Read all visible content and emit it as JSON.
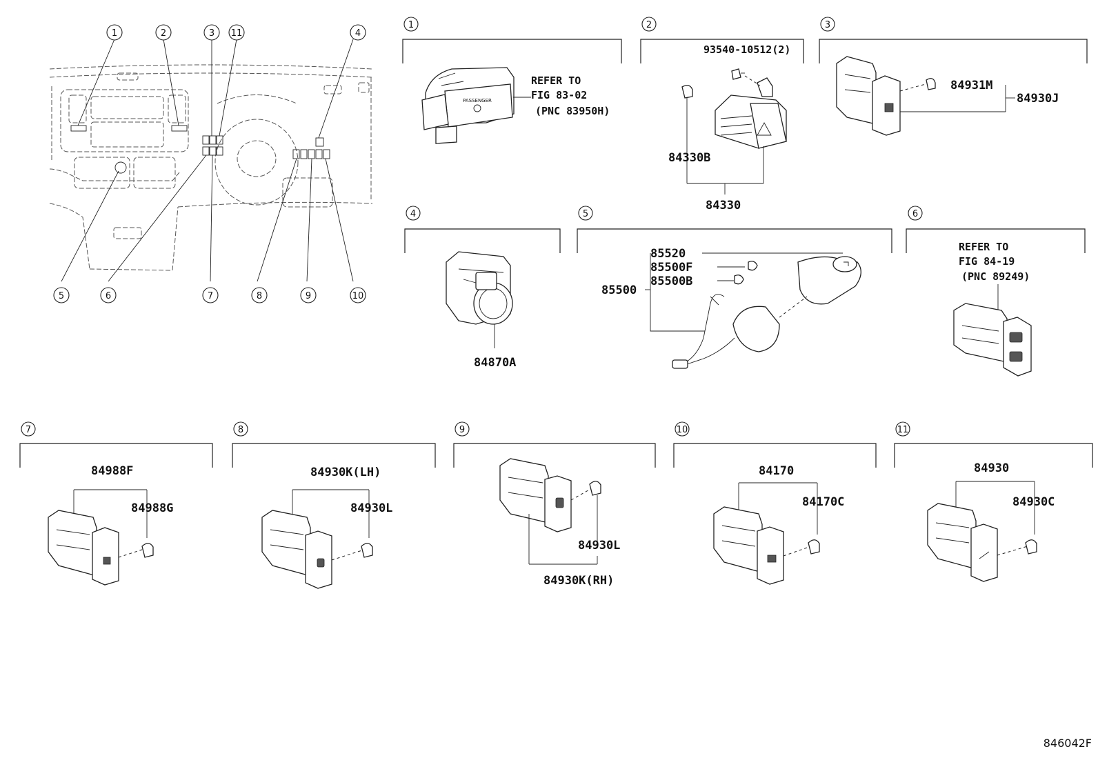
{
  "figure_code": "846042F",
  "overview_callouts": [
    "1",
    "2",
    "3",
    "11",
    "4",
    "5",
    "6",
    "7",
    "8",
    "9",
    "10"
  ],
  "sections": [
    {
      "id": "1",
      "labels": [],
      "notes": [
        "REFER TO",
        "FIG 83-02",
        "(PNC 83950H)"
      ],
      "switch_text": "PASSENGER"
    },
    {
      "id": "2",
      "labels": [
        "93540-10512(2)",
        "84330B",
        "84330"
      ],
      "notes": []
    },
    {
      "id": "3",
      "labels": [
        "84931M",
        "84930J"
      ],
      "notes": []
    },
    {
      "id": "4",
      "labels": [
        "84870A"
      ],
      "notes": []
    },
    {
      "id": "5",
      "labels": [
        "85520",
        "85500F",
        "85500B",
        "85500"
      ],
      "notes": []
    },
    {
      "id": "6",
      "labels": [],
      "notes": [
        "REFER TO",
        "FIG 84-19",
        "(PNC 89249)"
      ]
    },
    {
      "id": "7",
      "labels": [
        "84988F",
        "84988G"
      ],
      "notes": []
    },
    {
      "id": "8",
      "labels": [
        "84930K(LH)",
        "84930L"
      ],
      "notes": []
    },
    {
      "id": "9",
      "labels": [
        "84930L",
        "84930K(RH)"
      ],
      "notes": []
    },
    {
      "id": "10",
      "labels": [
        "84170",
        "84170C"
      ],
      "notes": []
    },
    {
      "id": "11",
      "labels": [
        "84930",
        "84930C"
      ],
      "notes": []
    }
  ]
}
